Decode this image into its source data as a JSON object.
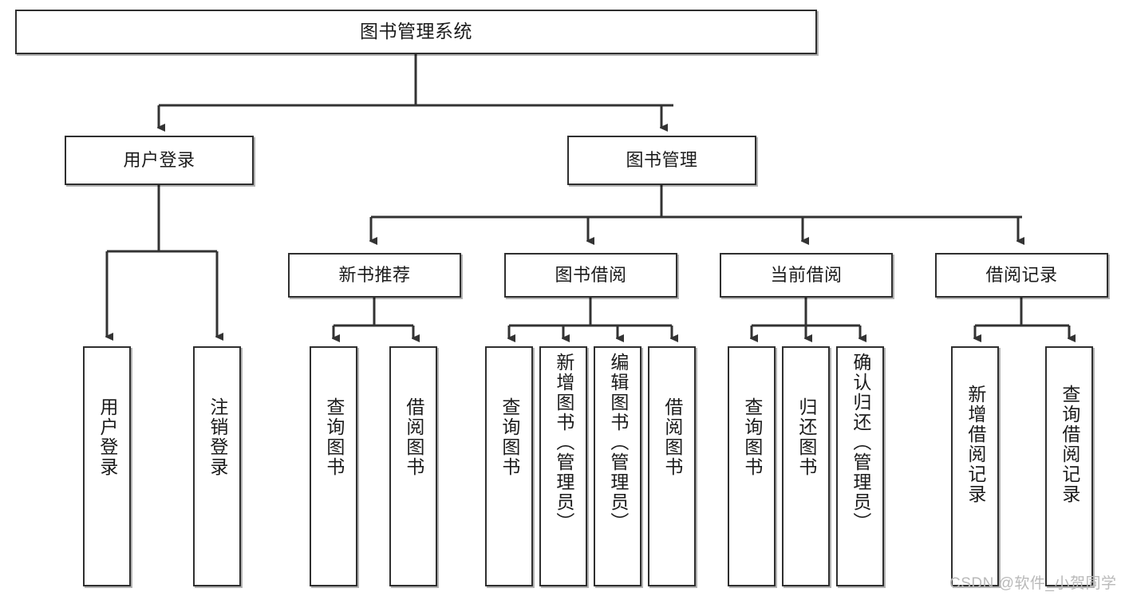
{
  "diagram": {
    "title": "图书管理系统",
    "type": "tree",
    "colors": {
      "box_border": "#2f2f2f",
      "box_fill": "#ffffff",
      "edge": "#333333",
      "text": "#1b1b1b",
      "watermark": "#b9b9b9"
    },
    "watermark": "CSDN @软件_小贺同学",
    "nodes": {
      "root": {
        "label": "图书管理系统"
      },
      "level2": [
        {
          "label": "用户登录"
        },
        {
          "label": "图书管理"
        }
      ],
      "level3": [
        {
          "label": "新书推荐"
        },
        {
          "label": "图书借阅"
        },
        {
          "label": "当前借阅"
        },
        {
          "label": "借阅记录"
        }
      ],
      "leaves_user_login": [
        {
          "label": "用户登录"
        },
        {
          "label": "注销登录"
        }
      ],
      "leaves_new_books": [
        {
          "label": "查询图书"
        },
        {
          "label": "借阅图书"
        }
      ],
      "leaves_borrow": [
        {
          "label": "查询图书"
        },
        {
          "label": "新增图书（管理员）"
        },
        {
          "label": "编辑图书（管理员）"
        },
        {
          "label": "借阅图书"
        }
      ],
      "leaves_current": [
        {
          "label": "查询图书"
        },
        {
          "label": "归还图书"
        },
        {
          "label": "确认归还（管理员）"
        }
      ],
      "leaves_records": [
        {
          "label": "新增借阅记录"
        },
        {
          "label": "查询借阅记录"
        }
      ]
    }
  }
}
